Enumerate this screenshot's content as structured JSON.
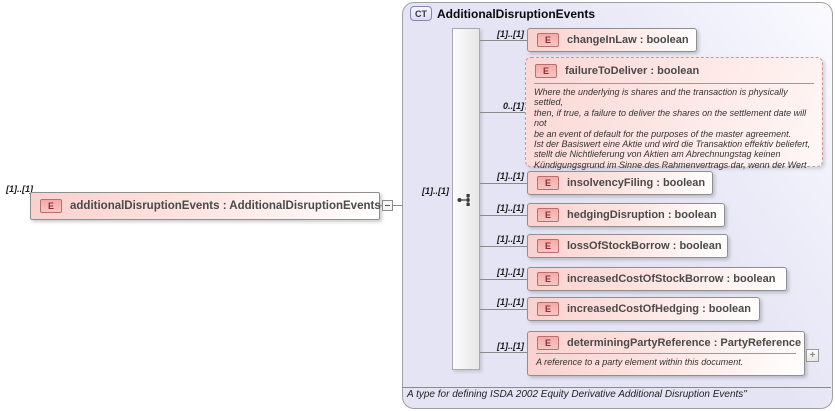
{
  "colors": {
    "container_fill": "#e4e4f5",
    "container_border": "#a0a0a0",
    "element_fill_top": "#fad0cd",
    "element_icon_fill": "#f7a9a9",
    "element_icon_border": "#b76f6f",
    "connector": "#8a8a8a"
  },
  "icons": {
    "element_letter": "E",
    "complex_type_badge": "CT",
    "collapse_glyph": "-",
    "expand_glyph": "+",
    "model_group": "sequence-tree-icon"
  },
  "root": {
    "cardinality": "[1]..[1]",
    "label": "additionalDisruptionEvents : AdditionalDisruptionEvents"
  },
  "ct": {
    "badge": "CT",
    "title": "AdditionalDisruptionEvents",
    "group_cardinality": "[1]..[1]",
    "footer": "A type for defining ISDA 2002 Equity Derivative Additional Disruption Events\"",
    "children": [
      {
        "cardinality": "[1]..[1]",
        "label": "changeInLaw : boolean"
      },
      {
        "cardinality": "0..[1]",
        "label": "failureToDeliver : boolean",
        "annotation": "Where the underlying is shares and the transaction is physically settled,\nthen, if true, a failure to deliver the shares on the settlement date will not\nbe an event of default for the purposes of the master agreement.\nIst der Basiswert eine Aktie und wird die Transaktion effektiv beliefert,\nstellt die Nichtlieferung von Aktien am Abrechnungstag keinen\nKündigungsgrund im Sinne des Rahmenvertrags dar, wenn der Wert\n\"wahr\" lautet."
      },
      {
        "cardinality": "[1]..[1]",
        "label": "insolvencyFiling : boolean"
      },
      {
        "cardinality": "[1]..[1]",
        "label": "hedgingDisruption : boolean"
      },
      {
        "cardinality": "[1]..[1]",
        "label": "lossOfStockBorrow : boolean"
      },
      {
        "cardinality": "[1]..[1]",
        "label": "increasedCostOfStockBorrow : boolean"
      },
      {
        "cardinality": "[1]..[1]",
        "label": "increasedCostOfHedging : boolean"
      },
      {
        "cardinality": "[1]..[1]",
        "label": "determiningPartyReference : PartyReference",
        "annotation": "A reference to a party element within this document.",
        "expand_label": "+"
      }
    ]
  }
}
